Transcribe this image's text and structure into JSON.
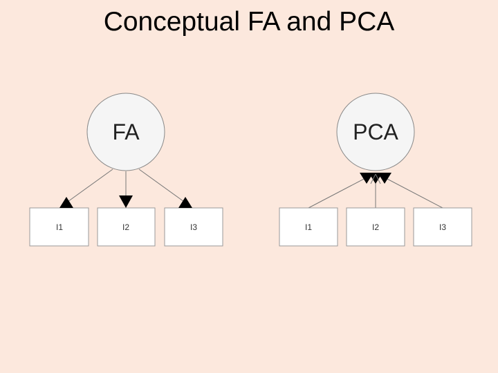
{
  "title": "Conceptual FA and PCA",
  "fa": {
    "factor_label": "FA",
    "items": [
      "I1",
      "I2",
      "I3"
    ]
  },
  "pca": {
    "component_label": "PCA",
    "items": [
      "I1",
      "I2",
      "I3"
    ]
  },
  "colors": {
    "background": "#fce8dd",
    "node_fill": "#f5f5f5",
    "node_stroke": "#888888",
    "line": "#777777",
    "arrowhead": "#000000"
  }
}
